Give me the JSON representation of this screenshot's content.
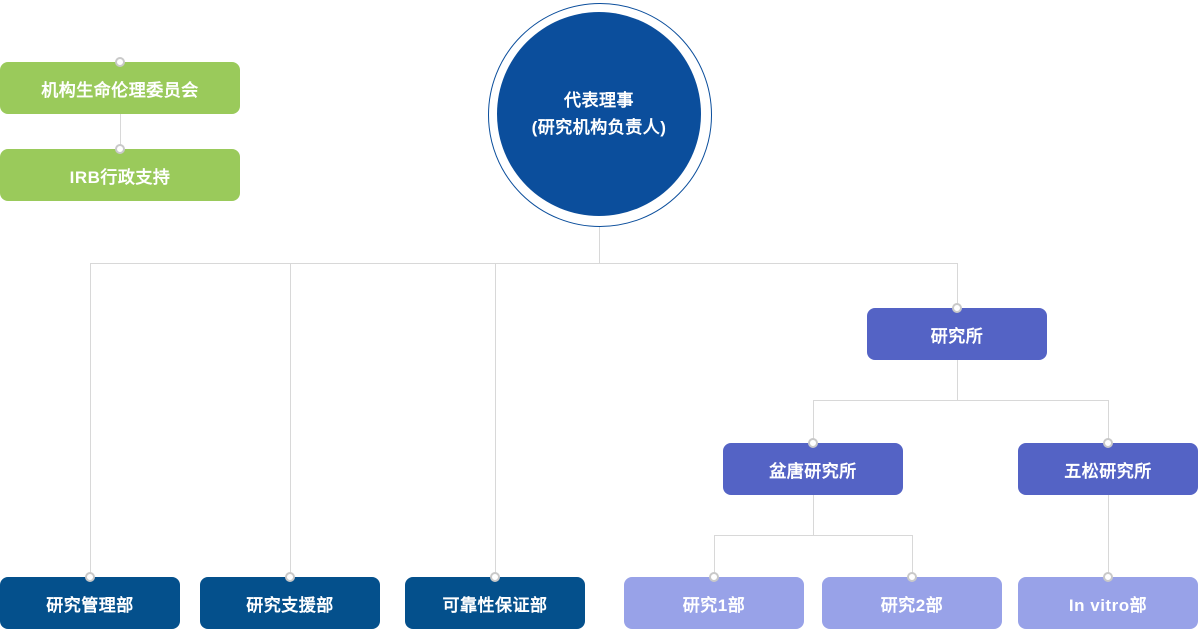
{
  "diagram": {
    "root": {
      "line1": "代表理事",
      "line2": "(研究机构负责人)"
    },
    "irb": [
      {
        "label": "机构生命伦理委员会"
      },
      {
        "label": "IRB行政支持"
      }
    ],
    "departments": [
      {
        "label": "研究管理部"
      },
      {
        "label": "研究支援部"
      },
      {
        "label": "可靠性保证部"
      }
    ],
    "institute": {
      "label": "研究所"
    },
    "branches": [
      {
        "label": "盆唐研究所"
      },
      {
        "label": "五松研究所"
      }
    ],
    "bundang_units": [
      {
        "label": "研究1部"
      },
      {
        "label": "研究2部"
      }
    ],
    "osong_units": [
      {
        "label": "In vitro部"
      }
    ],
    "colors": {
      "root_blue": "#0b4e9c",
      "green": "#9aca5b",
      "navy": "#04508c",
      "indigo": "#5463c5",
      "periwinkle": "#98a2e8",
      "line_gray": "#d8d8d8"
    }
  }
}
